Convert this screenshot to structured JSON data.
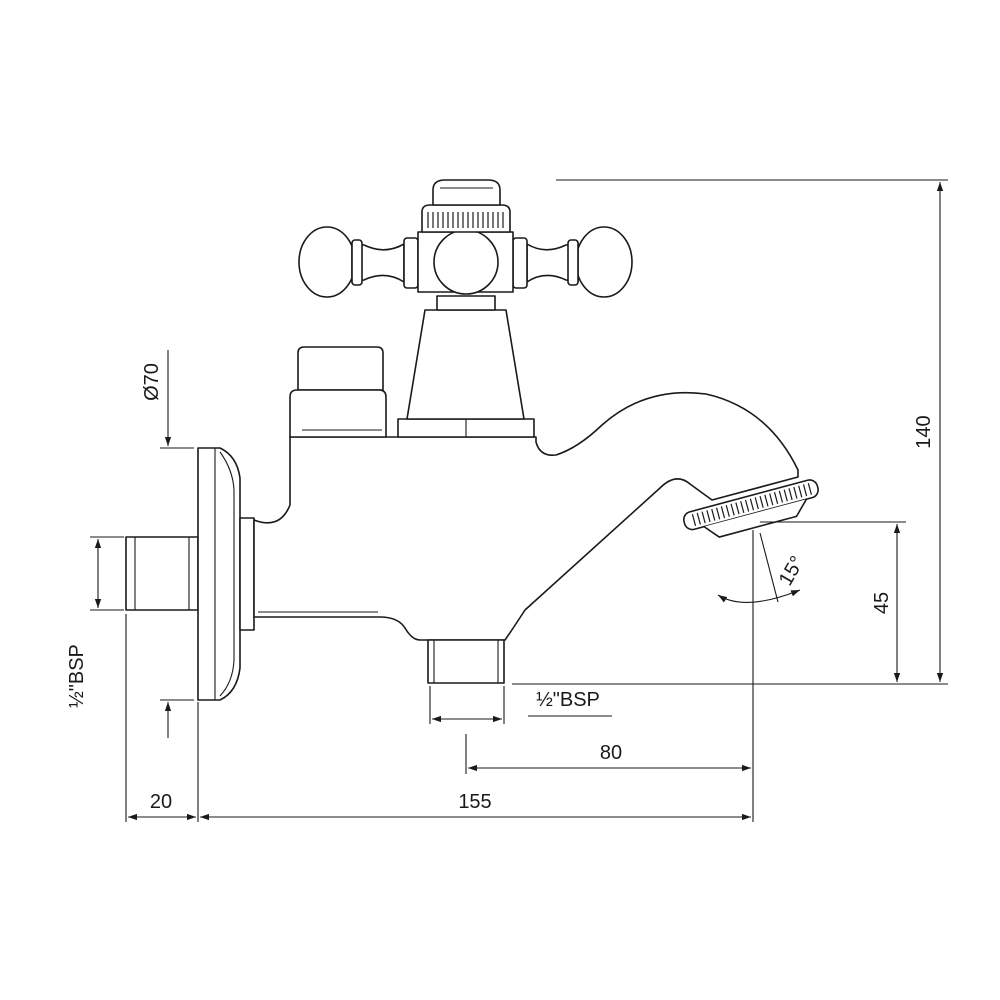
{
  "diagram": {
    "dimensions": {
      "height_total": "140",
      "spout_height": "45",
      "outlet_offset": "80",
      "total_length": "155",
      "flange_depth": "20",
      "flange_diameter": "Ø70",
      "spout_angle": "15°"
    },
    "threads": {
      "inlet": "½\"BSP",
      "outlet": "½\"BSP"
    },
    "colors": {
      "line": "#1a1a1a",
      "background": "#ffffff"
    }
  }
}
